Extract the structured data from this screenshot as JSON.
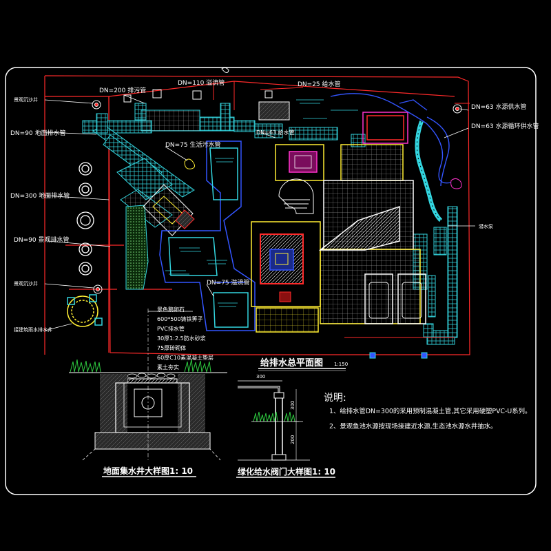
{
  "labels": {
    "dn200": "DN=200 排污管",
    "dn110": "DN=110 溢流管",
    "dn25": "DN=25 给水管",
    "dn63_a": "DN=63 水源供水管",
    "dn63_b": "DN=63 水源循环供水管",
    "sand_well_top": "景观沉沙井",
    "dn90_a": "DN=90 地面排水管",
    "dn75_a": "DN=75 生活污水管",
    "dn63_mid": "DN=63 给水管",
    "dn300": "DN=300 地面排水管",
    "dn90_b": "DN=90 景观排水管",
    "sand_well_mid": "景观沉沙井",
    "dn75_b": "DN=75 溢流管",
    "pond_drain": "接建筑雨水排水井",
    "pump": "潜水泵"
  },
  "titles": {
    "main": "给排水总平面图",
    "main_scale": "1:150",
    "well_detail": "地面集水井大样图1: 10",
    "valve_detail": "绿化给水阀门大样图1: 10"
  },
  "well_legend": {
    "items": [
      "景色鹅卵石",
      "600*500铸铁箅子",
      "PVC排水管",
      "30厚1:2.5防水砂浆",
      "75厚砖砌体",
      "60厚C10素混凝土垫层",
      "素土夯实"
    ]
  },
  "valve_dims": {
    "d1": "300",
    "d2": "300",
    "d3": "200"
  },
  "notes": {
    "heading": "说明:",
    "line1": "1、给排水管DN=300的采用预制混凝土管,其它采用硬塑PVC-U系列。",
    "line2": "2、景观鱼池水源按现场接建近水源,生态池水源水井抽水。"
  },
  "colors": {
    "frame": "#ffffff",
    "boundary": "#ff2a2a",
    "cyan": "#33d6e0",
    "yellow": "#ffee33",
    "blue": "#3355ff",
    "magenta": "#ff33cc",
    "green": "#2ecc40",
    "white": "#ffffff"
  }
}
